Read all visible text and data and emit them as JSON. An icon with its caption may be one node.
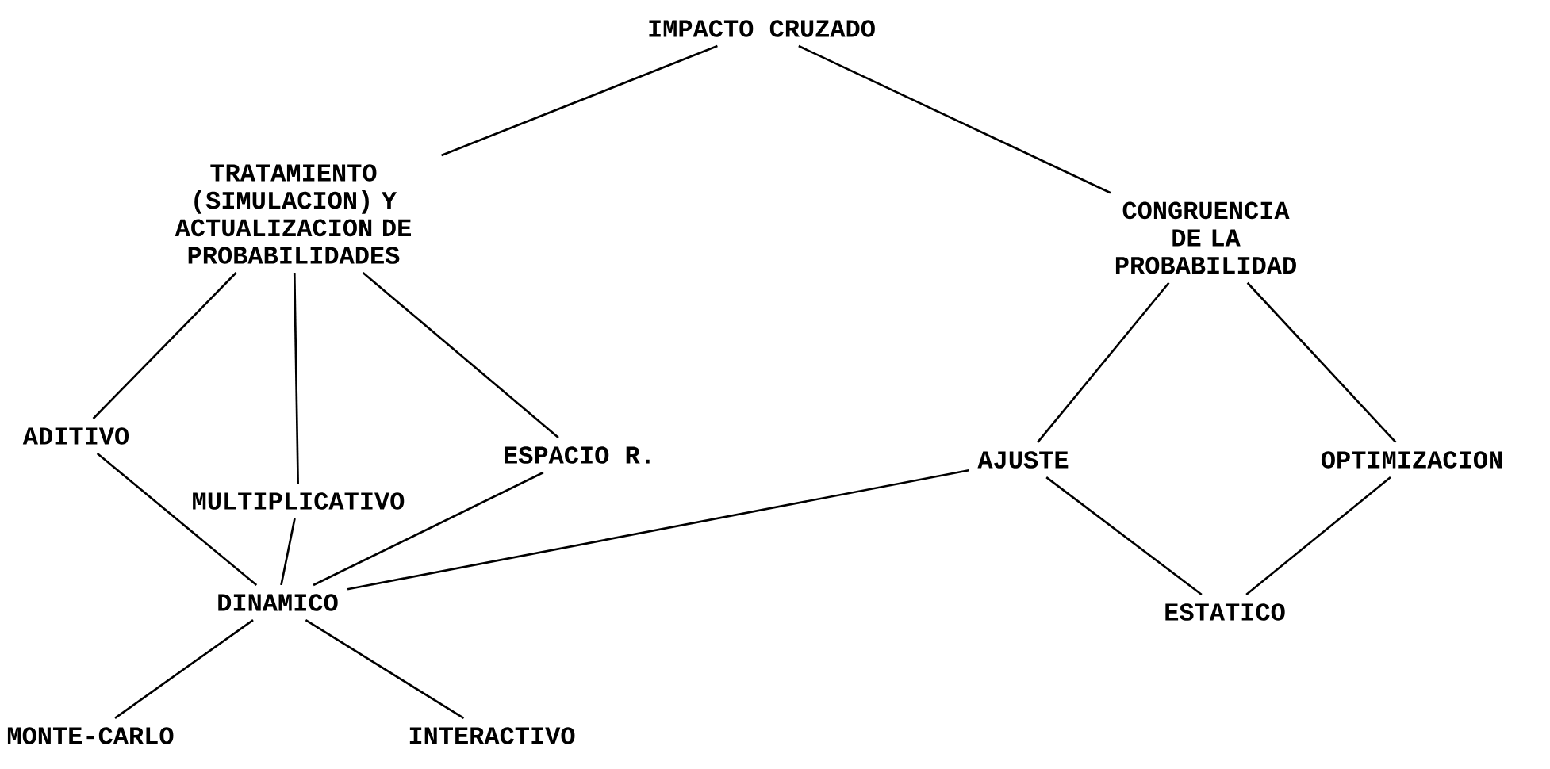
{
  "diagram": {
    "nodes": [
      {
        "text": [
          "IMPACTO CRUZADO"
        ]
      },
      {
        "text": [
          "TRATAMIENTO (SIMULACION) Y ACTUALIZACION DE PROBABILIDADES"
        ]
      },
      {
        "text": [
          "CONGRUENCIA DE LA PROBABILIDAD"
        ]
      },
      {
        "text": [
          "ADITIVO"
        ]
      },
      {
        "text": [
          "MULTIPLICATIVO"
        ]
      },
      {
        "text": [
          "ESPACIO R."
        ]
      },
      {
        "text": [
          "AJUSTE"
        ]
      },
      {
        "text": [
          "OPTIMIZACION"
        ]
      },
      {
        "text": [
          "DINAMICO"
        ]
      },
      {
        "text": [
          "ESTATICO"
        ]
      },
      {
        "text": [
          "MONTE-CARLO"
        ]
      },
      {
        "text": [
          "INTERACTIVO"
        ]
      }
    ],
    "edges": [
      {
        "from": 0,
        "to": 1,
        "arrow": "none"
      },
      {
        "from": 0,
        "to": 2,
        "arrow": "none"
      },
      {
        "from": 1,
        "to": 3,
        "arrow": "none"
      },
      {
        "from": 1,
        "to": 4,
        "arrow": "none"
      },
      {
        "from": 1,
        "to": 5,
        "arrow": "none"
      },
      {
        "from": 2,
        "to": 6,
        "arrow": "none"
      },
      {
        "from": 2,
        "to": 7,
        "arrow": "none"
      },
      {
        "from": 3,
        "to": 8,
        "arrow": "none"
      },
      {
        "from": 4,
        "to": 8,
        "arrow": "none"
      },
      {
        "from": 5,
        "to": 8,
        "arrow": "none"
      },
      {
        "from": 6,
        "to": 8,
        "arrow": "none"
      },
      {
        "from": 6,
        "to": 9,
        "arrow": "none"
      },
      {
        "from": 7,
        "to": 9,
        "arrow": "none"
      },
      {
        "from": 8,
        "to": 10,
        "arrow": "none"
      },
      {
        "from": 8,
        "to": 11,
        "arrow": "none"
      }
    ]
  }
}
